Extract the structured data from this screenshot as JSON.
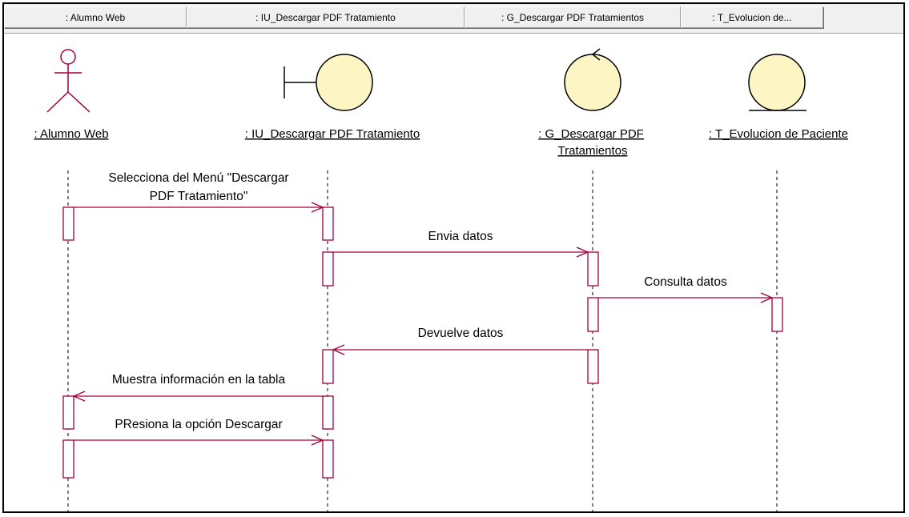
{
  "header": {
    "columns": [
      {
        "label": ": Alumno Web"
      },
      {
        "label": ": IU_Descargar PDF Tratamiento"
      },
      {
        "label": ": G_Descargar PDF Tratamientos"
      },
      {
        "label": ": T_Evolucion de..."
      }
    ]
  },
  "lifelines": [
    {
      "name": ": Alumno Web",
      "kind": "actor"
    },
    {
      "name": ": IU_Descargar PDF Tratamiento",
      "kind": "boundary"
    },
    {
      "name_line1": ": G_Descargar PDF",
      "name_line2": "Tratamientos",
      "kind": "control"
    },
    {
      "name": ": T_Evolucion de Paciente",
      "kind": "entity"
    }
  ],
  "messages": [
    {
      "line1": "Selecciona del Menú \"Descargar",
      "line2": "PDF Tratamiento\"",
      "direction": "forward"
    },
    {
      "line1": "Envia datos",
      "direction": "forward"
    },
    {
      "line1": "Consulta datos",
      "direction": "forward"
    },
    {
      "line1": "Devuelve datos",
      "direction": "return"
    },
    {
      "line1": "Muestra información en la tabla",
      "direction": "return"
    },
    {
      "line1": "PResiona la opción Descargar",
      "direction": "forward"
    }
  ],
  "colors": {
    "message_line": "#a0003c",
    "activation_border": "#a0003c",
    "object_fill": "#fdf6c4",
    "header_bg": "#f0f0f0"
  }
}
